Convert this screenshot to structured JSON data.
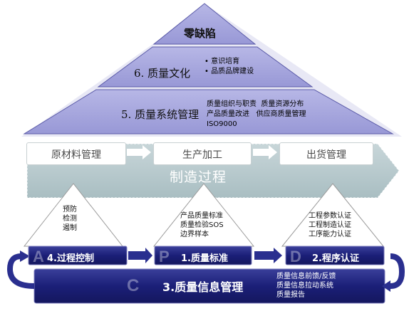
{
  "pyramid": {
    "top_label": "零缺陷",
    "level6": {
      "title": "6. 质量文化",
      "bullets": [
        "意识培育",
        "品质品牌建设"
      ]
    },
    "level5": {
      "title": "5. 质量系统管理",
      "details": [
        "质量组织与职责  质量资源分布",
        "产品质量改进   供应商质量管理",
        "ISO9000"
      ]
    }
  },
  "process": {
    "label": "制造过程",
    "steps": [
      "原材料管理",
      "生产加工",
      "出货管理"
    ]
  },
  "triangles": [
    {
      "lines": [
        "预防",
        "检测",
        "遏制"
      ]
    },
    {
      "lines": [
        "产品质量标准",
        "质量检验SOS",
        "边界样本"
      ]
    },
    {
      "lines": [
        "工程参数认证",
        "工程制造认证",
        "工序能力认证"
      ]
    }
  ],
  "boxes": {
    "a": {
      "letter": "A",
      "label": "4.过程控制"
    },
    "p": {
      "letter": "P",
      "label": "1.质量标准"
    },
    "d": {
      "letter": "D",
      "label": "2.程序认证"
    },
    "c": {
      "letter": "C",
      "label": "3.质量信息管理",
      "details": [
        "质量信息前馈/反馈",
        "质量信息拉动系统",
        "质量报告"
      ]
    }
  },
  "colors": {
    "pyramid_fill": "#a6a6de",
    "process_band": "#b6c8cc",
    "box_navy": "#1b1f78",
    "arrow_navy": "#2a2f8f"
  }
}
